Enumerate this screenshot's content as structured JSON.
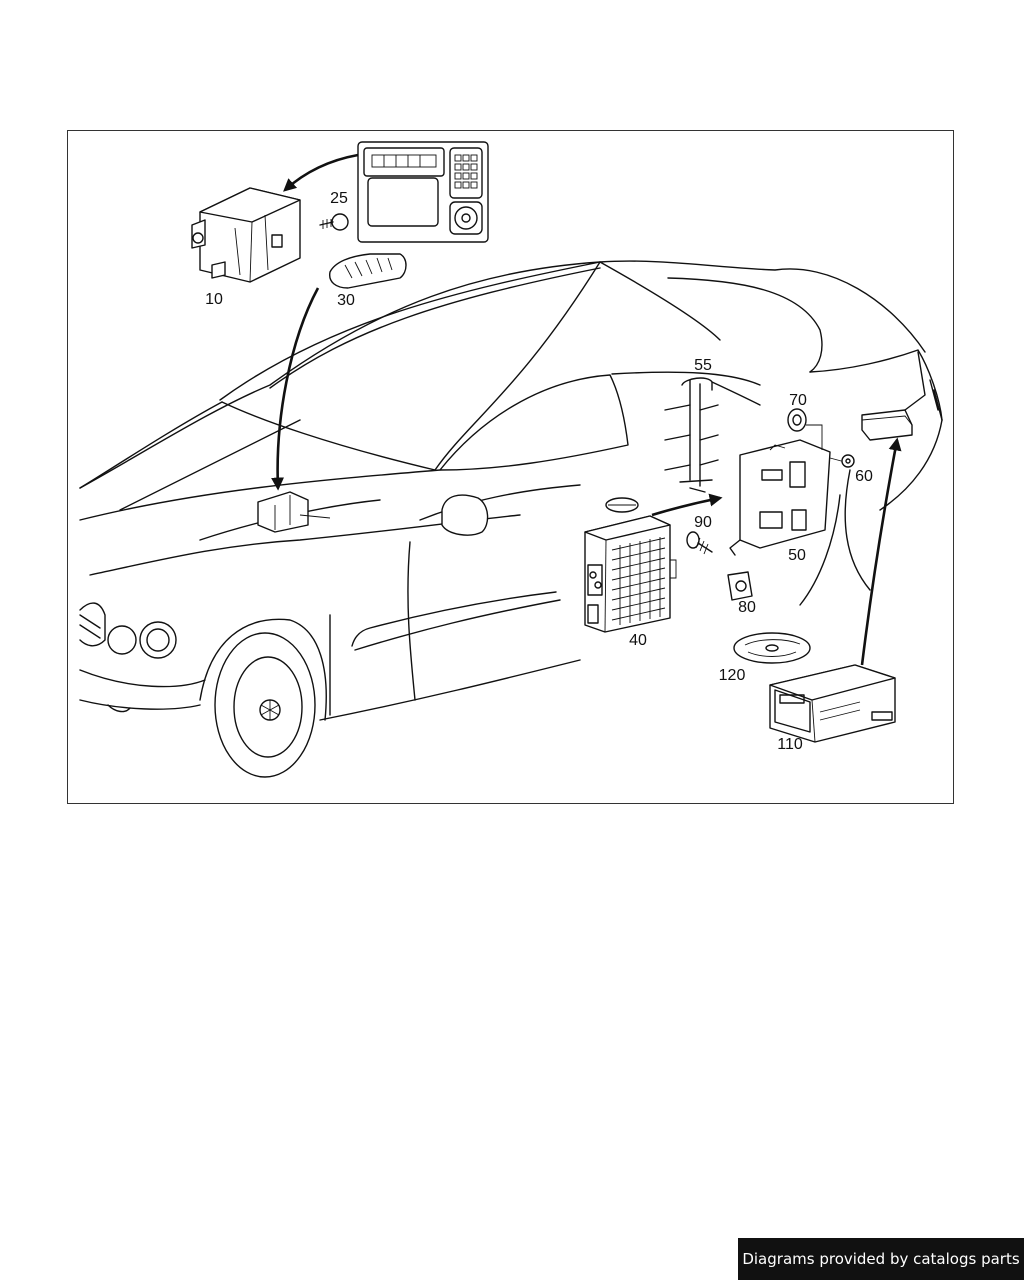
{
  "callouts": {
    "c10": "10",
    "c25": "25",
    "c30": "30",
    "c40": "40",
    "c50": "50",
    "c55": "55",
    "c60": "60",
    "c70": "70",
    "c80": "80",
    "c90": "90",
    "c110": "110",
    "c120": "120"
  },
  "footer": {
    "text": "Diagrams provided by catalogs parts"
  },
  "colors": {
    "line": "#111111",
    "background": "#ffffff",
    "banner": "#111111"
  }
}
